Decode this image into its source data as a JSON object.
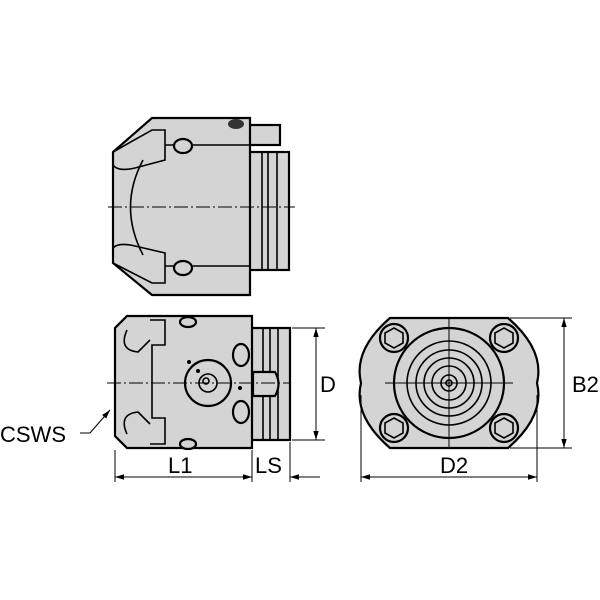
{
  "diagram": {
    "subject": "Tool holder technical drawing",
    "views": [
      "side-view-top",
      "side-view-bottom",
      "front-view"
    ],
    "colors": {
      "body_fill": "#d4d4d4",
      "line": "#000000",
      "background": "#ffffff"
    },
    "labels": {
      "cs_ws": "CSWS",
      "l1": "L1",
      "ls": "LS",
      "d": "D",
      "d2": "D2",
      "b2": "B2"
    }
  }
}
